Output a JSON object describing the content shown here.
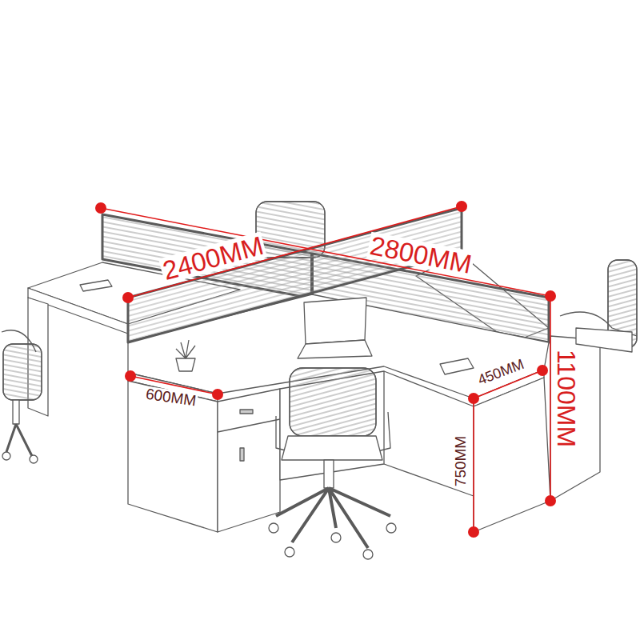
{
  "diagram": {
    "labels": [
      "2400MM",
      "2800MM",
      "600MM",
      "450MM",
      "750MM",
      "1100MM"
    ]
  }
}
